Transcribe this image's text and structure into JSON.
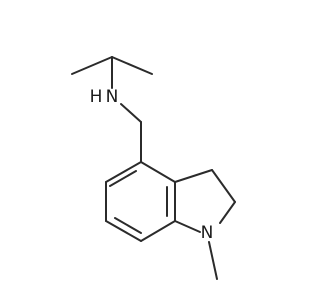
{
  "structure": {
    "atoms": {
      "nh": "N",
      "h": "H",
      "ring_n": "N"
    }
  }
}
